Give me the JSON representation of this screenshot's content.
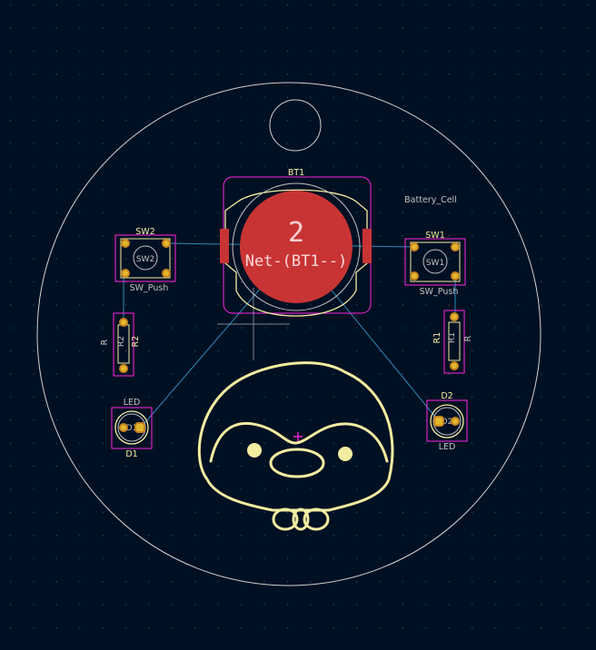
{
  "colors": {
    "background": "#001023",
    "grid_dot": "#3a4a66",
    "edge_cuts": "#d0d2cd",
    "silkscreen": "#f2eda1",
    "courtyard": "#ff26e2",
    "fab": "#c2c2c2",
    "copper_pad": "#c83434",
    "pad_ring": "#c8851e",
    "drill": "#e3b72e",
    "ratsnest": "#2e8ab8",
    "crosshair": "#e5e5e5"
  },
  "board": {
    "origin_marker": "+",
    "crosshair_icon": "crosshair-cursor-icon",
    "artwork_icon": "penguin-logo-icon"
  },
  "components": {
    "bt1": {
      "reference": "BT1",
      "value": "Battery_Cell",
      "pad_number": "2",
      "pad_net": "Net-(BT1--)"
    },
    "sw1": {
      "reference": "SW1",
      "value": "SW_Push",
      "fab_label": "SW1"
    },
    "sw2": {
      "reference": "SW2",
      "value": "SW_Push",
      "fab_label": "SW2"
    },
    "r1": {
      "reference": "R1",
      "value": "R",
      "fab_label": "R1"
    },
    "r2": {
      "reference": "R2",
      "value": "R",
      "fab_label": "R2"
    },
    "d1": {
      "reference": "D1",
      "value": "LED",
      "fab_label": "D1"
    },
    "d2": {
      "reference": "D2",
      "value": "LED",
      "fab_label": "D2"
    }
  }
}
